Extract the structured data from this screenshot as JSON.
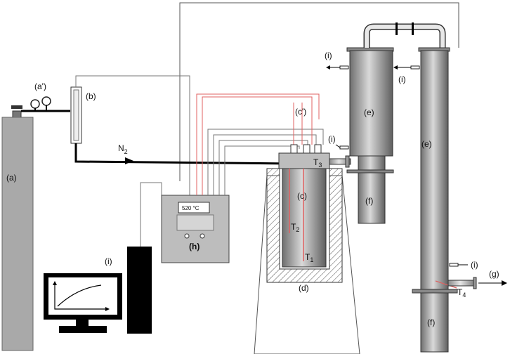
{
  "labels": {
    "a": "(a)",
    "a_prime": "(a')",
    "b": "(b)",
    "c": "(c)",
    "c_prime": "(c')",
    "d": "(d)",
    "e1": "(e)",
    "e2": "(e)",
    "f1": "(f)",
    "f2": "(f)",
    "g": "(g)",
    "h": "(h)",
    "i_screen": "(i)",
    "i_top_left": "(i)",
    "i_top_right": "(i)",
    "i_middle": "(i)",
    "i_bottom": "(i)",
    "n2": "N",
    "n2_sub": "2",
    "t1": "T",
    "t1_sub": "1",
    "t2": "T",
    "t2_sub": "2",
    "t3": "T",
    "t3_sub": "3",
    "t4": "T",
    "t4_sub": "4"
  },
  "controller": {
    "display": "520 °C"
  },
  "colors": {
    "thermocouple_lines": "#e06060",
    "gas_line": "#000000",
    "wire": "#888888",
    "cylinder_fill": "#a8a8a8"
  }
}
